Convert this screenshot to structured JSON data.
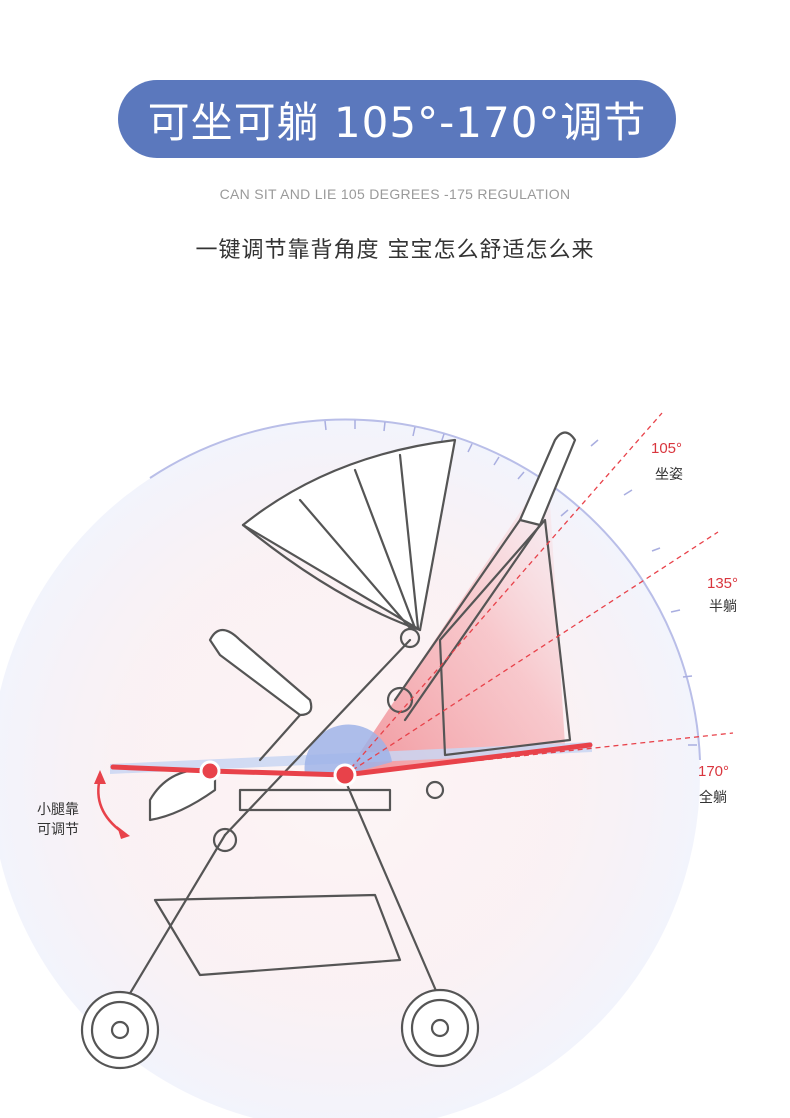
{
  "header": {
    "title": "可坐可躺 105°-170°调节",
    "subtitle_en": "CAN SIT AND LIE 105 DEGREES -175 REGULATION",
    "subtitle_cn": "一键调节靠背角度   宝宝怎么舒适怎么来"
  },
  "angles": [
    {
      "degree": "105°",
      "posture": "坐姿"
    },
    {
      "degree": "135°",
      "posture": "半躺"
    },
    {
      "degree": "170°",
      "posture": "全躺"
    }
  ],
  "leg_rest_note": {
    "line1": "小腿靠",
    "line2": "可调节"
  },
  "colors": {
    "banner": "#5b78bd",
    "accent_red": "#e8424a",
    "frame_line": "#555555",
    "fan_pink": "#f3a6ab",
    "dial_ring": "#b9bee8"
  },
  "icons": {
    "leg_arrow": "curved-double-arrow-icon"
  }
}
